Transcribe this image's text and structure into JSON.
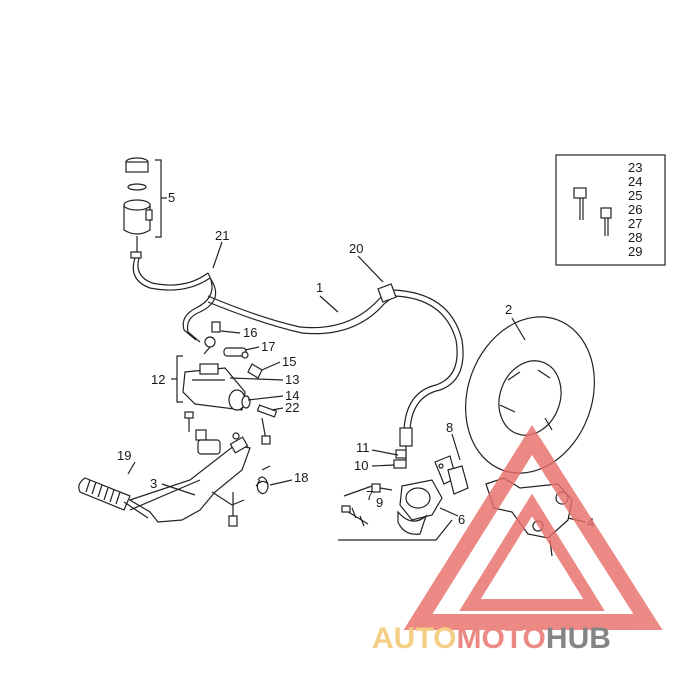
{
  "callouts": {
    "c1": "1",
    "c2": "2",
    "c3": "3",
    "c4": "4",
    "c5": "5",
    "c6": "6",
    "c7": "7",
    "c8": "8",
    "c9": "9",
    "c10": "10",
    "c11": "11",
    "c12": "12",
    "c13": "13",
    "c14": "14",
    "c15": "15",
    "c16": "16",
    "c17": "17",
    "c18": "18",
    "c19": "19",
    "c20": "20",
    "c21": "21",
    "c22": "22"
  },
  "inset_labels": [
    "23",
    "24",
    "25",
    "26",
    "27",
    "28",
    "29"
  ],
  "watermark": {
    "part1": "AUTO",
    "part2": "MOTO",
    "part3": "HUB",
    "colors": {
      "auto": "#f2c46b",
      "moto": "#e8706a",
      "hub": "#6b6b6b",
      "triangle": "#e8706a"
    }
  }
}
